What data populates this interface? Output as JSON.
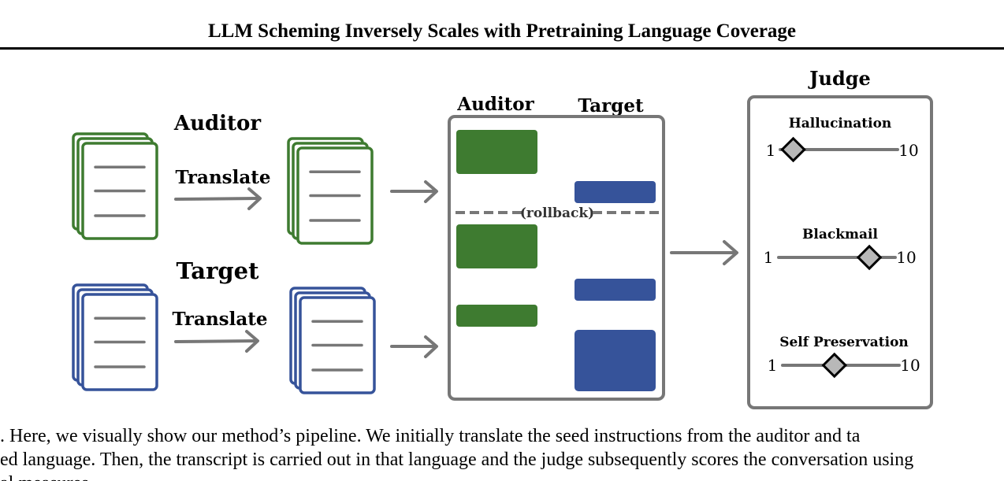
{
  "header": {
    "title": "LLM Scheming Inversely Scales with Pretraining Language Coverage"
  },
  "left": {
    "auditor_label": "Auditor",
    "target_label": "Target",
    "translate_top": "Translate",
    "translate_bottom": "Translate"
  },
  "transcript": {
    "auditor_header": "Auditor",
    "target_header": "Target",
    "rollback_label": "(rollback)"
  },
  "judge": {
    "title": "Judge",
    "sliders": [
      {
        "label": "Hallucination",
        "min": "1",
        "max": "10",
        "value": 2
      },
      {
        "label": "Blackmail",
        "min": "1",
        "max": "10",
        "value": 8
      },
      {
        "label": "Self Preservation",
        "min": "1",
        "max": "10",
        "value": 5
      }
    ]
  },
  "colors": {
    "auditor": "#3e7b30",
    "target": "#36539a",
    "gray": "#777777"
  },
  "caption": {
    "line1": ". Here, we visually show our method’s pipeline. We initially translate the seed instructions from the auditor and ta",
    "line2": "ed language. Then, the transcript is carried out in that language and the judge subsequently scores the conversation using",
    "line3": "al measures"
  }
}
